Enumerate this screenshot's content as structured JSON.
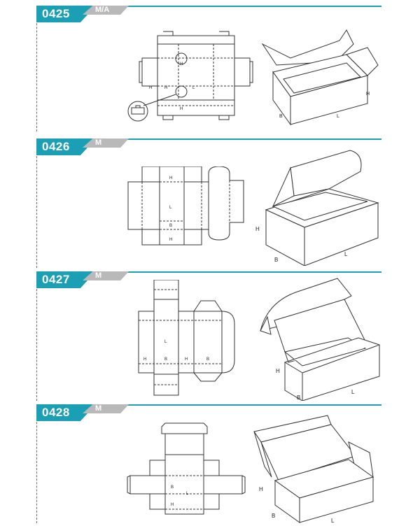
{
  "sections": [
    {
      "code": "0425",
      "style": "M/A",
      "labels": {
        "H": "H",
        "B": "B",
        "L": "L"
      }
    },
    {
      "code": "0426",
      "style": "M",
      "labels": {
        "H": "H",
        "B": "B",
        "L": "L"
      }
    },
    {
      "code": "0427",
      "style": "M",
      "labels": {
        "H": "H",
        "B": "B",
        "L": "L"
      }
    },
    {
      "code": "0428",
      "style": "M",
      "labels": {
        "H": "H",
        "B": "B",
        "L": "L"
      }
    }
  ],
  "colors": {
    "accent": "#1a9fb5",
    "tag": "#b9b9b9",
    "line": "#333333"
  }
}
